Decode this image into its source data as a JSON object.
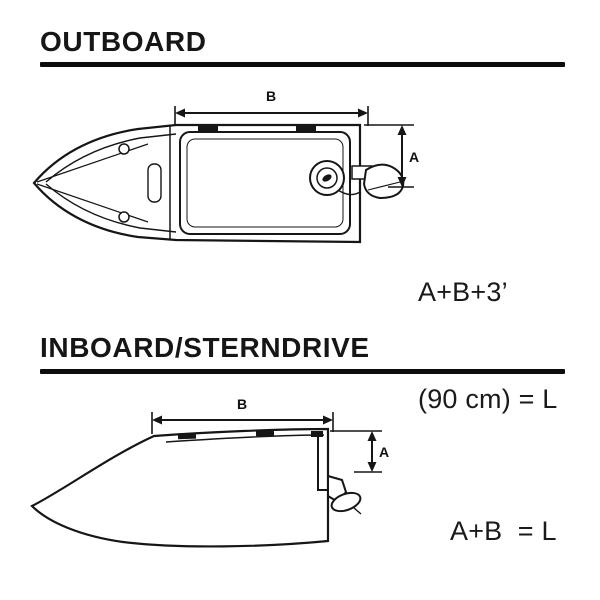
{
  "outboard": {
    "title": "OUTBOARD",
    "dim_b_label": "B",
    "dim_a_label": "A",
    "formula_line1": "A+B+3’",
    "formula_line2": "(90 cm) = L"
  },
  "inboard": {
    "title": "INBOARD/STERNDRIVE",
    "dim_b_label": "B",
    "dim_a_label": "A",
    "formula": "A+B  = L"
  },
  "colors": {
    "ink": "#161616",
    "background": "#ffffff"
  }
}
